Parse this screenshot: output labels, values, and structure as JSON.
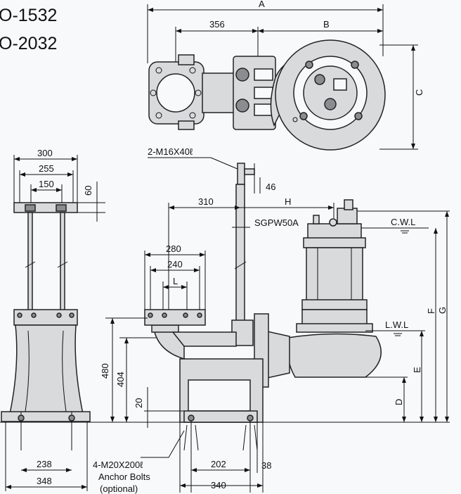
{
  "title": {
    "line1": "O-1532",
    "line2": "O-2032"
  },
  "top_view": {
    "dim_a": "A",
    "dim_356": "356",
    "dim_b": "B",
    "dim_c": "C"
  },
  "guide": {
    "bolt": "2-M16X40",
    "bolt_unit": "ℓ",
    "dim_46": "46",
    "dim_310": "310",
    "dim_h": "H",
    "model": "SGPW50A"
  },
  "left_view": {
    "dim_300": "300",
    "dim_255": "255",
    "dim_150": "150",
    "dim_60": "60",
    "dim_238": "238",
    "dim_348": "348"
  },
  "pipe": {
    "dim_280": "280",
    "dim_240": "240",
    "dim_l": "L"
  },
  "heights": {
    "dim_480": "480",
    "dim_404": "404",
    "dim_20": "20",
    "dim_d": "D",
    "dim_e": "E",
    "dim_f": "F",
    "dim_g": "G"
  },
  "water": {
    "cwl": "C.W.L",
    "lwl": "L.W.L"
  },
  "base": {
    "dim_202": "202",
    "dim_38": "38",
    "dim_340": "340"
  },
  "anchor": {
    "bolts": "4-M20X200",
    "bolt_unit": "ℓ",
    "line2": "Anchor Bolts",
    "line3": "(optional)"
  }
}
